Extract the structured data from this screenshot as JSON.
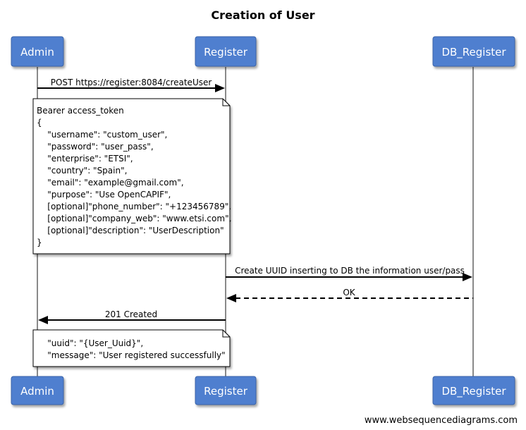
{
  "title": "Creation of User",
  "actors": [
    {
      "id": "admin",
      "label": "Admin"
    },
    {
      "id": "register",
      "label": "Register"
    },
    {
      "id": "db_register",
      "label": "DB_Register"
    }
  ],
  "messages": [
    {
      "from": "admin",
      "to": "register",
      "label": "POST https://register:8084/createUser",
      "style": "solid"
    },
    {
      "from": "register",
      "to": "db_register",
      "label": "Create UUID inserting to DB the information user/pass",
      "style": "solid"
    },
    {
      "from": "db_register",
      "to": "register",
      "label": "OK",
      "style": "dashed"
    },
    {
      "from": "register",
      "to": "admin",
      "label": "201 Created",
      "style": "solid"
    }
  ],
  "notes": [
    {
      "lines": [
        "Bearer access_token",
        "{",
        "    \"username\": \"custom_user\",",
        "    \"password\": \"user_pass\",",
        "    \"enterprise\": \"ETSI\",",
        "    \"country\": \"Spain\",",
        "    \"email\": \"example@gmail.com\",",
        "    \"purpose\": \"Use OpenCAPIF\",",
        "    [optional]\"phone_number\": \"+123456789\",",
        "    [optional]\"company_web\": \"www.etsi.com\",",
        "    [optional]\"description\": \"UserDescription\"",
        "}"
      ]
    },
    {
      "lines": [
        "    \"uuid\": \"{User_Uuid}\",",
        "    \"message\": \"User registered successfully\""
      ]
    }
  ],
  "footer": "www.websequencediagrams.com",
  "colors": {
    "actor_fill": "#4f7fcf",
    "actor_border": "#3b64a8",
    "lifeline": "#8a8a8a",
    "note_fill": "#ffffff",
    "arrow": "#000000"
  }
}
